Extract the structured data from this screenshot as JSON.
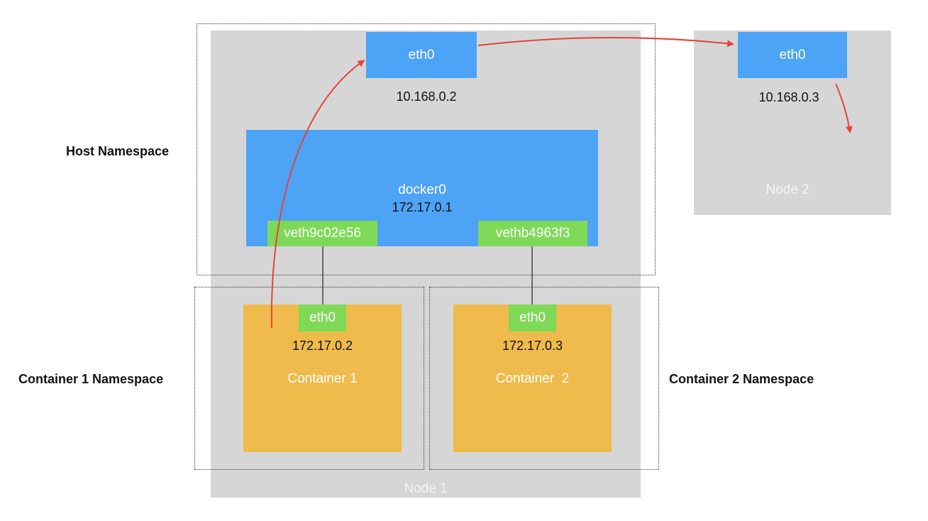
{
  "namespaces": {
    "host": "Host Namespace",
    "container1": "Container 1 Namespace",
    "container2": "Container 2 Namespace"
  },
  "node1": {
    "label": "Node 1",
    "eth0": {
      "label": "eth0",
      "ip": "10.168.0.2"
    },
    "docker0": {
      "label": "docker0",
      "ip": "172.17.0.1"
    },
    "veth1": "veth9c02e56",
    "veth2": "vethb4963f3",
    "container1": {
      "label": "Container 1",
      "eth0": "eth0",
      "ip": "172.17.0.2"
    },
    "container2": {
      "label": "Container  2",
      "eth0": "eth0",
      "ip": "172.17.0.3"
    }
  },
  "node2": {
    "label": "Node 2",
    "eth0": {
      "label": "eth0",
      "ip": "10.168.0.3"
    }
  },
  "colors": {
    "node_bg": "#d6d6d6",
    "interface_blue": "#4da3f5",
    "veth_green": "#7ed957",
    "container_yellow": "#efbb4c",
    "arrow_red": "#e2453c"
  }
}
